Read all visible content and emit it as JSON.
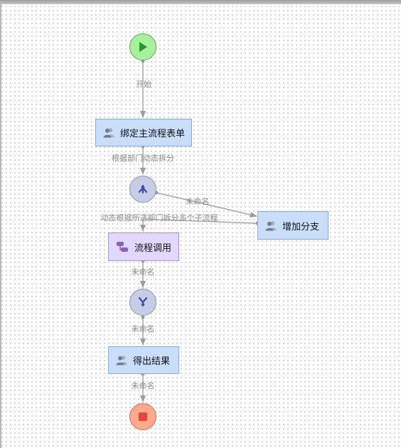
{
  "nodes": {
    "bind_form": {
      "label": "绑定主流程表单",
      "icon": "users-icon"
    },
    "add_branch": {
      "label": "增加分支",
      "icon": "users-icon"
    },
    "subprocess": {
      "label": "流程调用",
      "icon": "subprocess-icon"
    },
    "get_result": {
      "label": "得出结果",
      "icon": "users-icon"
    },
    "start": {
      "icon": "play-icon",
      "color": "#a8f0a0"
    },
    "end": {
      "icon": "stop-icon",
      "color": "#fca98e"
    },
    "split_gateway": {
      "icon": "split-icon"
    },
    "join_gateway": {
      "icon": "merge-icon"
    }
  },
  "edges": {
    "start_to_bind": "开始",
    "bind_to_split": "根据部门动态拆分",
    "split_to_branch": "未命名",
    "split_to_subprocess": "动态根据所选部门拆分多个子流程",
    "subprocess_to_join": "未命名",
    "join_to_result": "未命名",
    "result_to_end": "未命名"
  },
  "colors": {
    "task_fill": "#c9defa",
    "task_border": "#88abd8",
    "subprocess_fill": "#e2d7fd",
    "gateway_fill": "#c7cde6",
    "edge": "#a0a0a0"
  }
}
